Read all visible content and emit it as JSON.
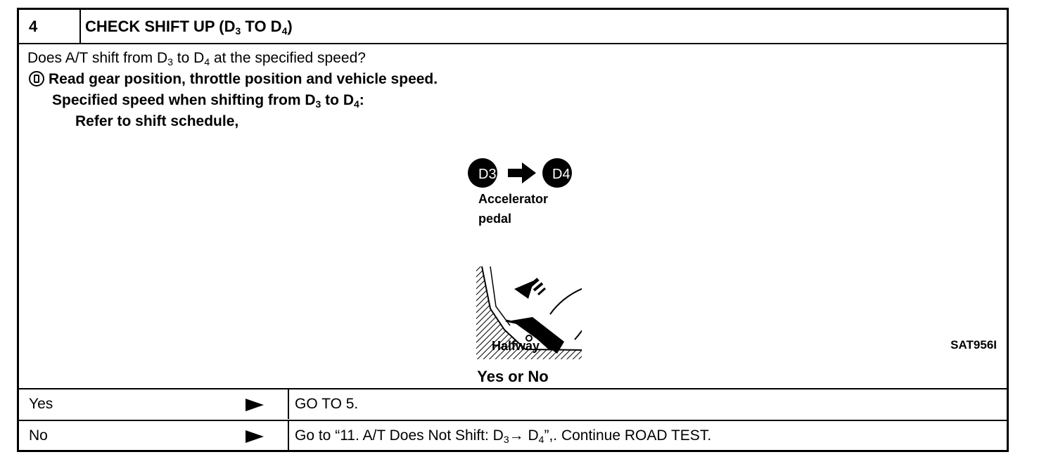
{
  "header": {
    "step_number": "4",
    "title_a": "CHECK SHIFT UP (D",
    "title_sub1": "3",
    "title_b": " TO D",
    "title_sub2": "4",
    "title_c": ")"
  },
  "body": {
    "question_a": "Does A/T shift from D",
    "question_sub1": "3",
    "question_b": " to D",
    "question_sub2": "4",
    "question_c": " at the specified speed?",
    "instruction": "Read gear position, throttle position and vehicle speed.",
    "spec_a": "Specified speed when shifting from D",
    "spec_sub1": "3",
    "spec_b": " to D",
    "spec_sub2": "4",
    "spec_c": ":",
    "refer": "Refer to shift schedule,"
  },
  "figure": {
    "from_badge": "D3",
    "to_badge": "D4",
    "label_accelerator": "Accelerator",
    "label_pedal": "pedal",
    "label_halfway": "Halfway",
    "code": "SAT956I"
  },
  "decision": {
    "prompt": "Yes or No",
    "yes_label": "Yes",
    "yes_action": "GO TO 5.",
    "no_label": "No",
    "no_action_a": "Go to “11. A/T Does Not Shift: D",
    "no_action_sub1": "3",
    "no_action_b": "→ D",
    "no_action_sub2": "4",
    "no_action_c": "”,. Continue ROAD TEST."
  }
}
